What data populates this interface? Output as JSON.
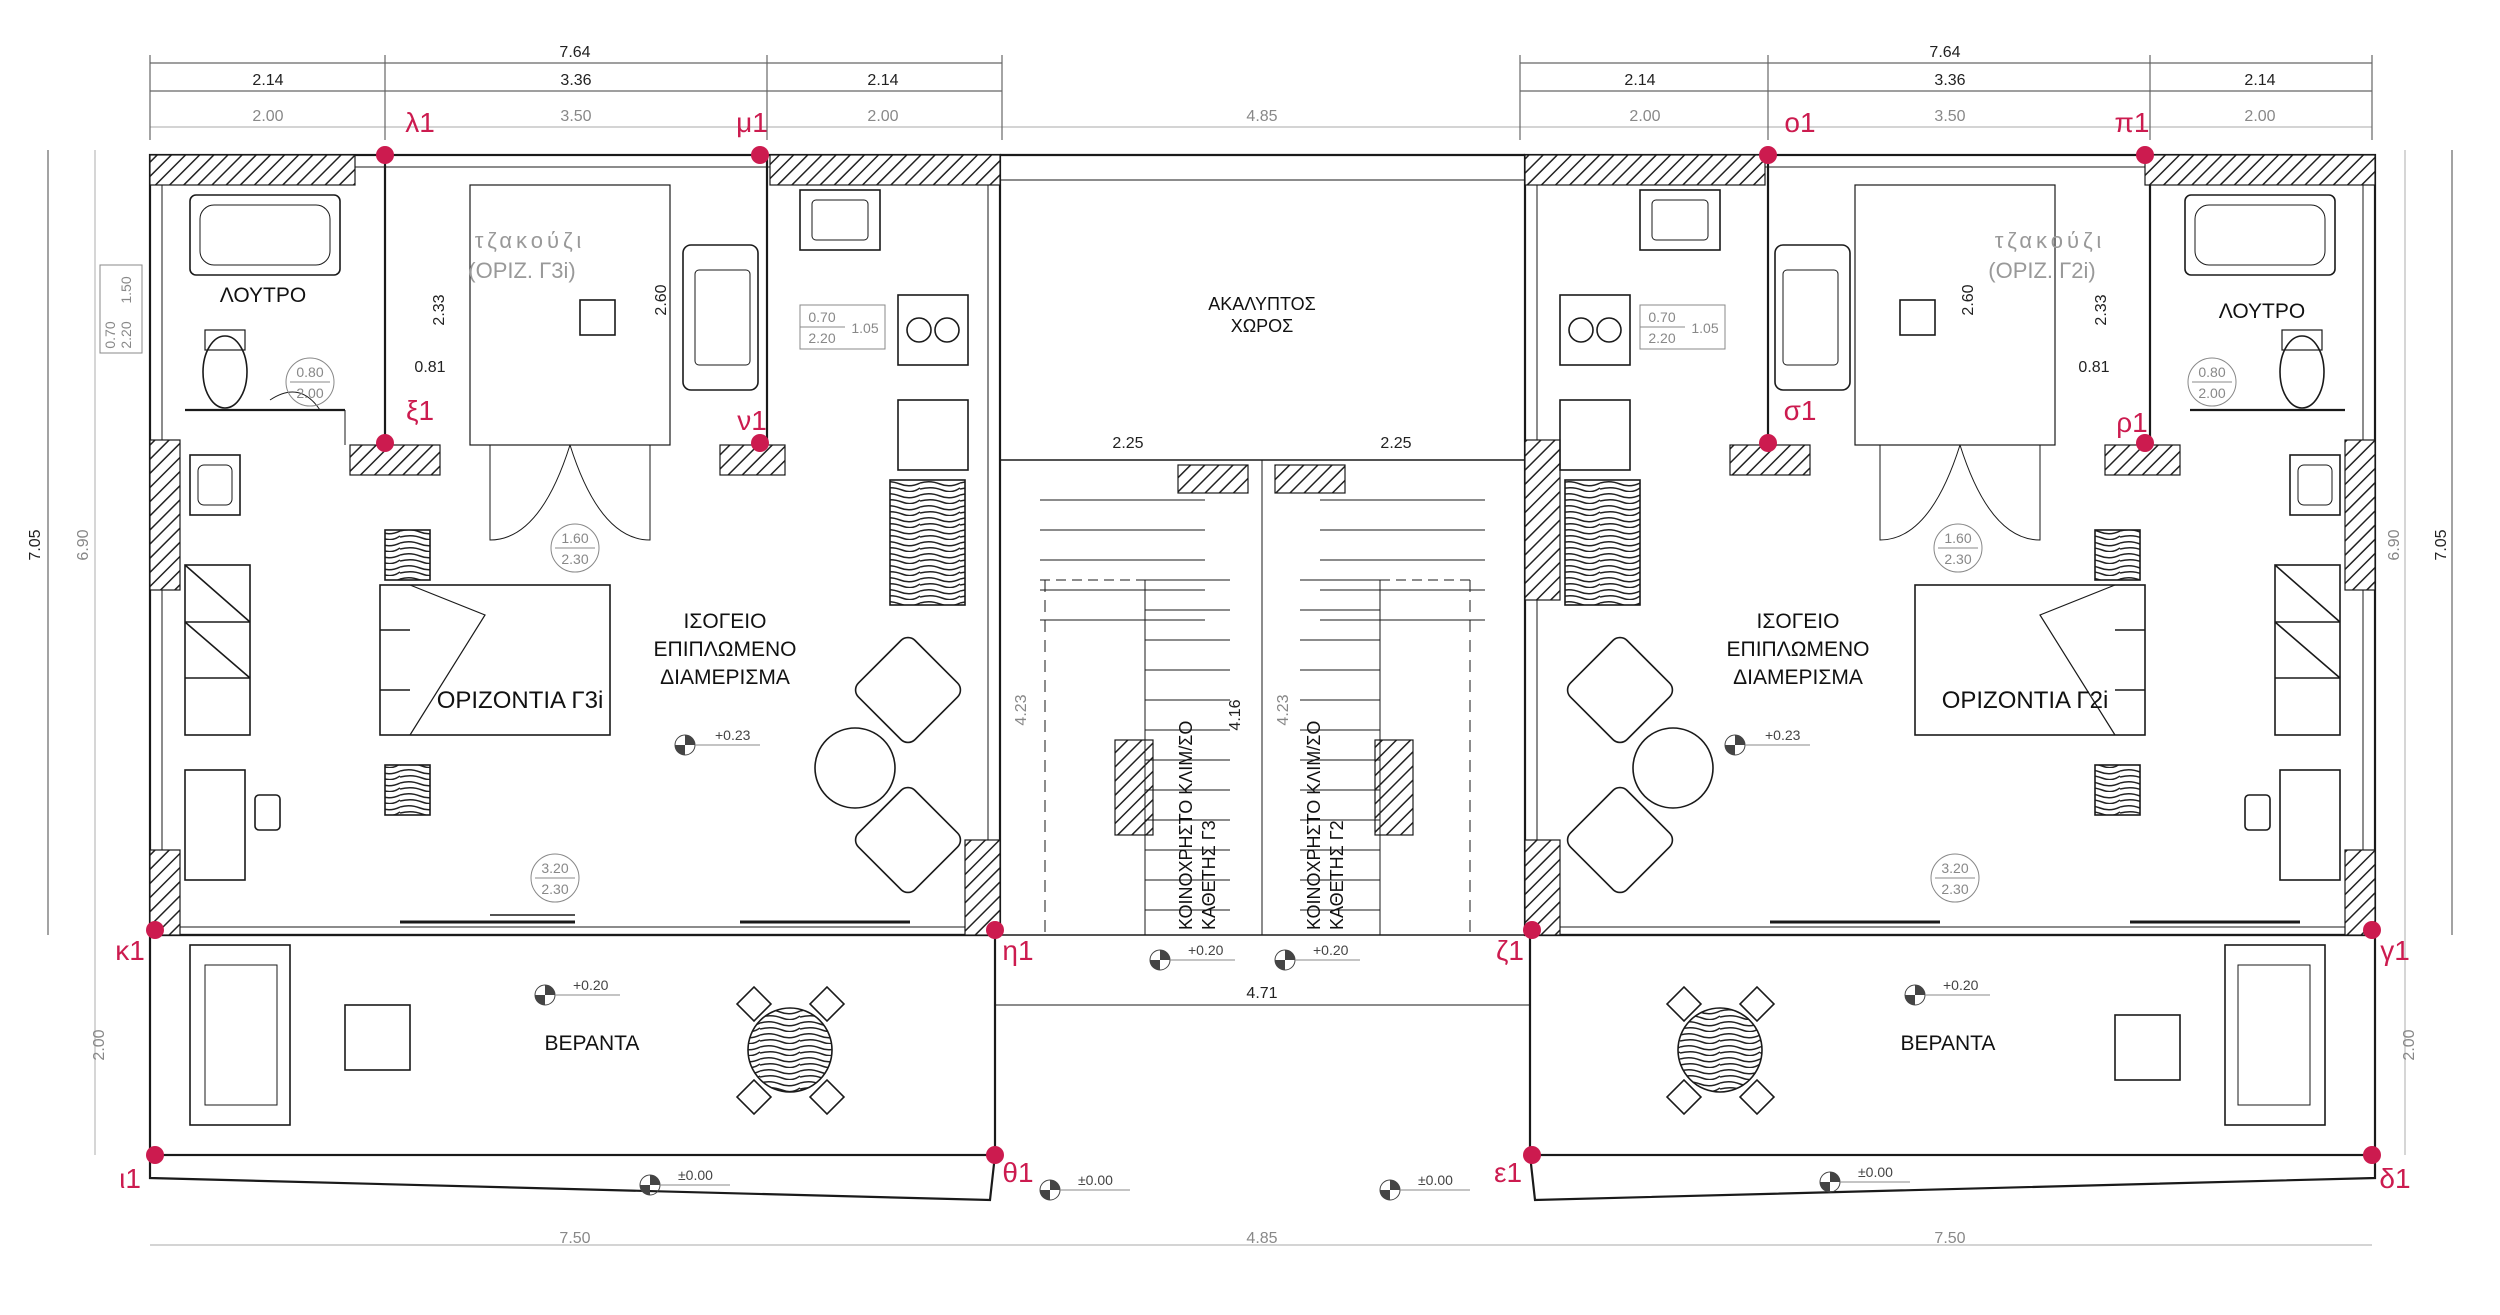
{
  "dims": {
    "top_overall_left": "7.64",
    "top_overall_right": "7.64",
    "top_mid_left": [
      "2.14",
      "3.36",
      "2.14"
    ],
    "top_mid_right": [
      "2.14",
      "3.36",
      "2.14"
    ],
    "top_inner_left": [
      "2.00",
      "3.50",
      "2.00"
    ],
    "top_inner_right": [
      "2.00",
      "3.50",
      "2.00"
    ],
    "top_center": "4.85",
    "bottom_left": "7.50",
    "bottom_center": "4.85",
    "bottom_right": "7.50",
    "side_outer_left": "7.05",
    "side_inner_left": "6.90",
    "side_outer_right": "7.05",
    "side_inner_right": "6.90",
    "veranda_left": "2.00",
    "veranda_right": "2.00",
    "jacuzzi_h": "2.60",
    "jacuzzi_w_left": "0.81",
    "jacuzzi_h_left": "2.33",
    "jacuzzi_w_right": "0.81",
    "jacuzzi_h_right": "2.33",
    "stair_w_left": "2.25",
    "stair_w_right": "2.25",
    "stair_depth": "4.16",
    "stair_run_left": "4.23",
    "stair_run_right": "4.23",
    "stair_bottom": "4.71"
  },
  "labels": {
    "bathroom_left": "ΛΟΥΤΡΟ",
    "bathroom_right": "ΛΟΥΤΡΟ",
    "jacuzzi_left_1": "τζακούζι",
    "jacuzzi_left_2": "(ΟΡΙΖ. Γ3i)",
    "jacuzzi_right_1": "τζακούζι",
    "jacuzzi_right_2": "(ΟΡΙΖ. Γ2i)",
    "apartment_left": [
      "ΙΣΟΓΕΙΟ",
      "ΕΠΙΠΛΩΜΕΝΟ",
      "ΔΙΑΜΕΡΙΣΜΑ"
    ],
    "apartment_right": [
      "ΙΣΟΓΕΙΟ",
      "ΕΠΙΠΛΩΜΕΝΟ",
      "ΔΙΑΜΕΡΙΣΜΑ"
    ],
    "horizontal_left": "ΟΡΙΖΟΝΤΙΑ Γ3i",
    "horizontal_right": "ΟΡΙΖΟΝΤΙΑ Γ2i",
    "open_space": [
      "ΑΚΑΛΥΠΤΟΣ",
      "ΧΩΡΟΣ"
    ],
    "veranda_left": "ΒΕΡΑΝΤΑ",
    "veranda_right": "ΒΕΡΑΝΤΑ",
    "stair_left": [
      "ΚΟΙΝΟΧΡΗΣΤΟ ΚΛΙΜ/ΣΟ",
      "ΚΑΘΕΤΗΣ Γ3"
    ],
    "stair_right": [
      "ΚΟΙΝΟΧΡΗΣΤΟ ΚΛΙΜ/ΣΟ",
      "ΚΑΘΕΤΗΣ Γ2"
    ]
  },
  "openings": {
    "window_left": [
      "0.70",
      "1.50",
      "2.20"
    ],
    "door_bath_left": [
      "0.80",
      "2.00"
    ],
    "door_bath_right": [
      "0.80",
      "2.00"
    ],
    "kitchen_win_left": [
      "0.70",
      "2.20",
      "1.05"
    ],
    "kitchen_win_right": [
      "0.70",
      "2.20",
      "1.05"
    ],
    "door_jac_left": [
      "1.60",
      "2.30"
    ],
    "door_jac_right": [
      "1.60",
      "2.30"
    ],
    "door_main_left": [
      "3.20",
      "2.30"
    ],
    "door_main_right": [
      "3.20",
      "2.30"
    ]
  },
  "levels": {
    "room_left": "+0.23",
    "room_right": "+0.23",
    "stair_left": "+0.20",
    "stair_right": "+0.20",
    "veranda_left": "+0.20",
    "veranda_right": "+0.20",
    "ground_left": "±0.00",
    "ground_center_left": "±0.00",
    "ground_center_right": "±0.00",
    "ground_right": "±0.00"
  },
  "points": {
    "lambda1": "λ1",
    "mu1": "μ1",
    "xi1": "ξ1",
    "nu1": "ν1",
    "kappa1": "κ1",
    "eta1": "η1",
    "iota1": "ι1",
    "theta1": "θ1",
    "omicron1": "ο1",
    "pi1": "π1",
    "sigma1": "σ1",
    "rho1": "ρ1",
    "zeta1": "ζ1",
    "gamma1": "γ1",
    "epsilon1": "ε1",
    "delta1": "δ1"
  },
  "colors": {
    "point": "#cc1b4f",
    "line": "#1a1a1a",
    "dim": "#888888"
  }
}
